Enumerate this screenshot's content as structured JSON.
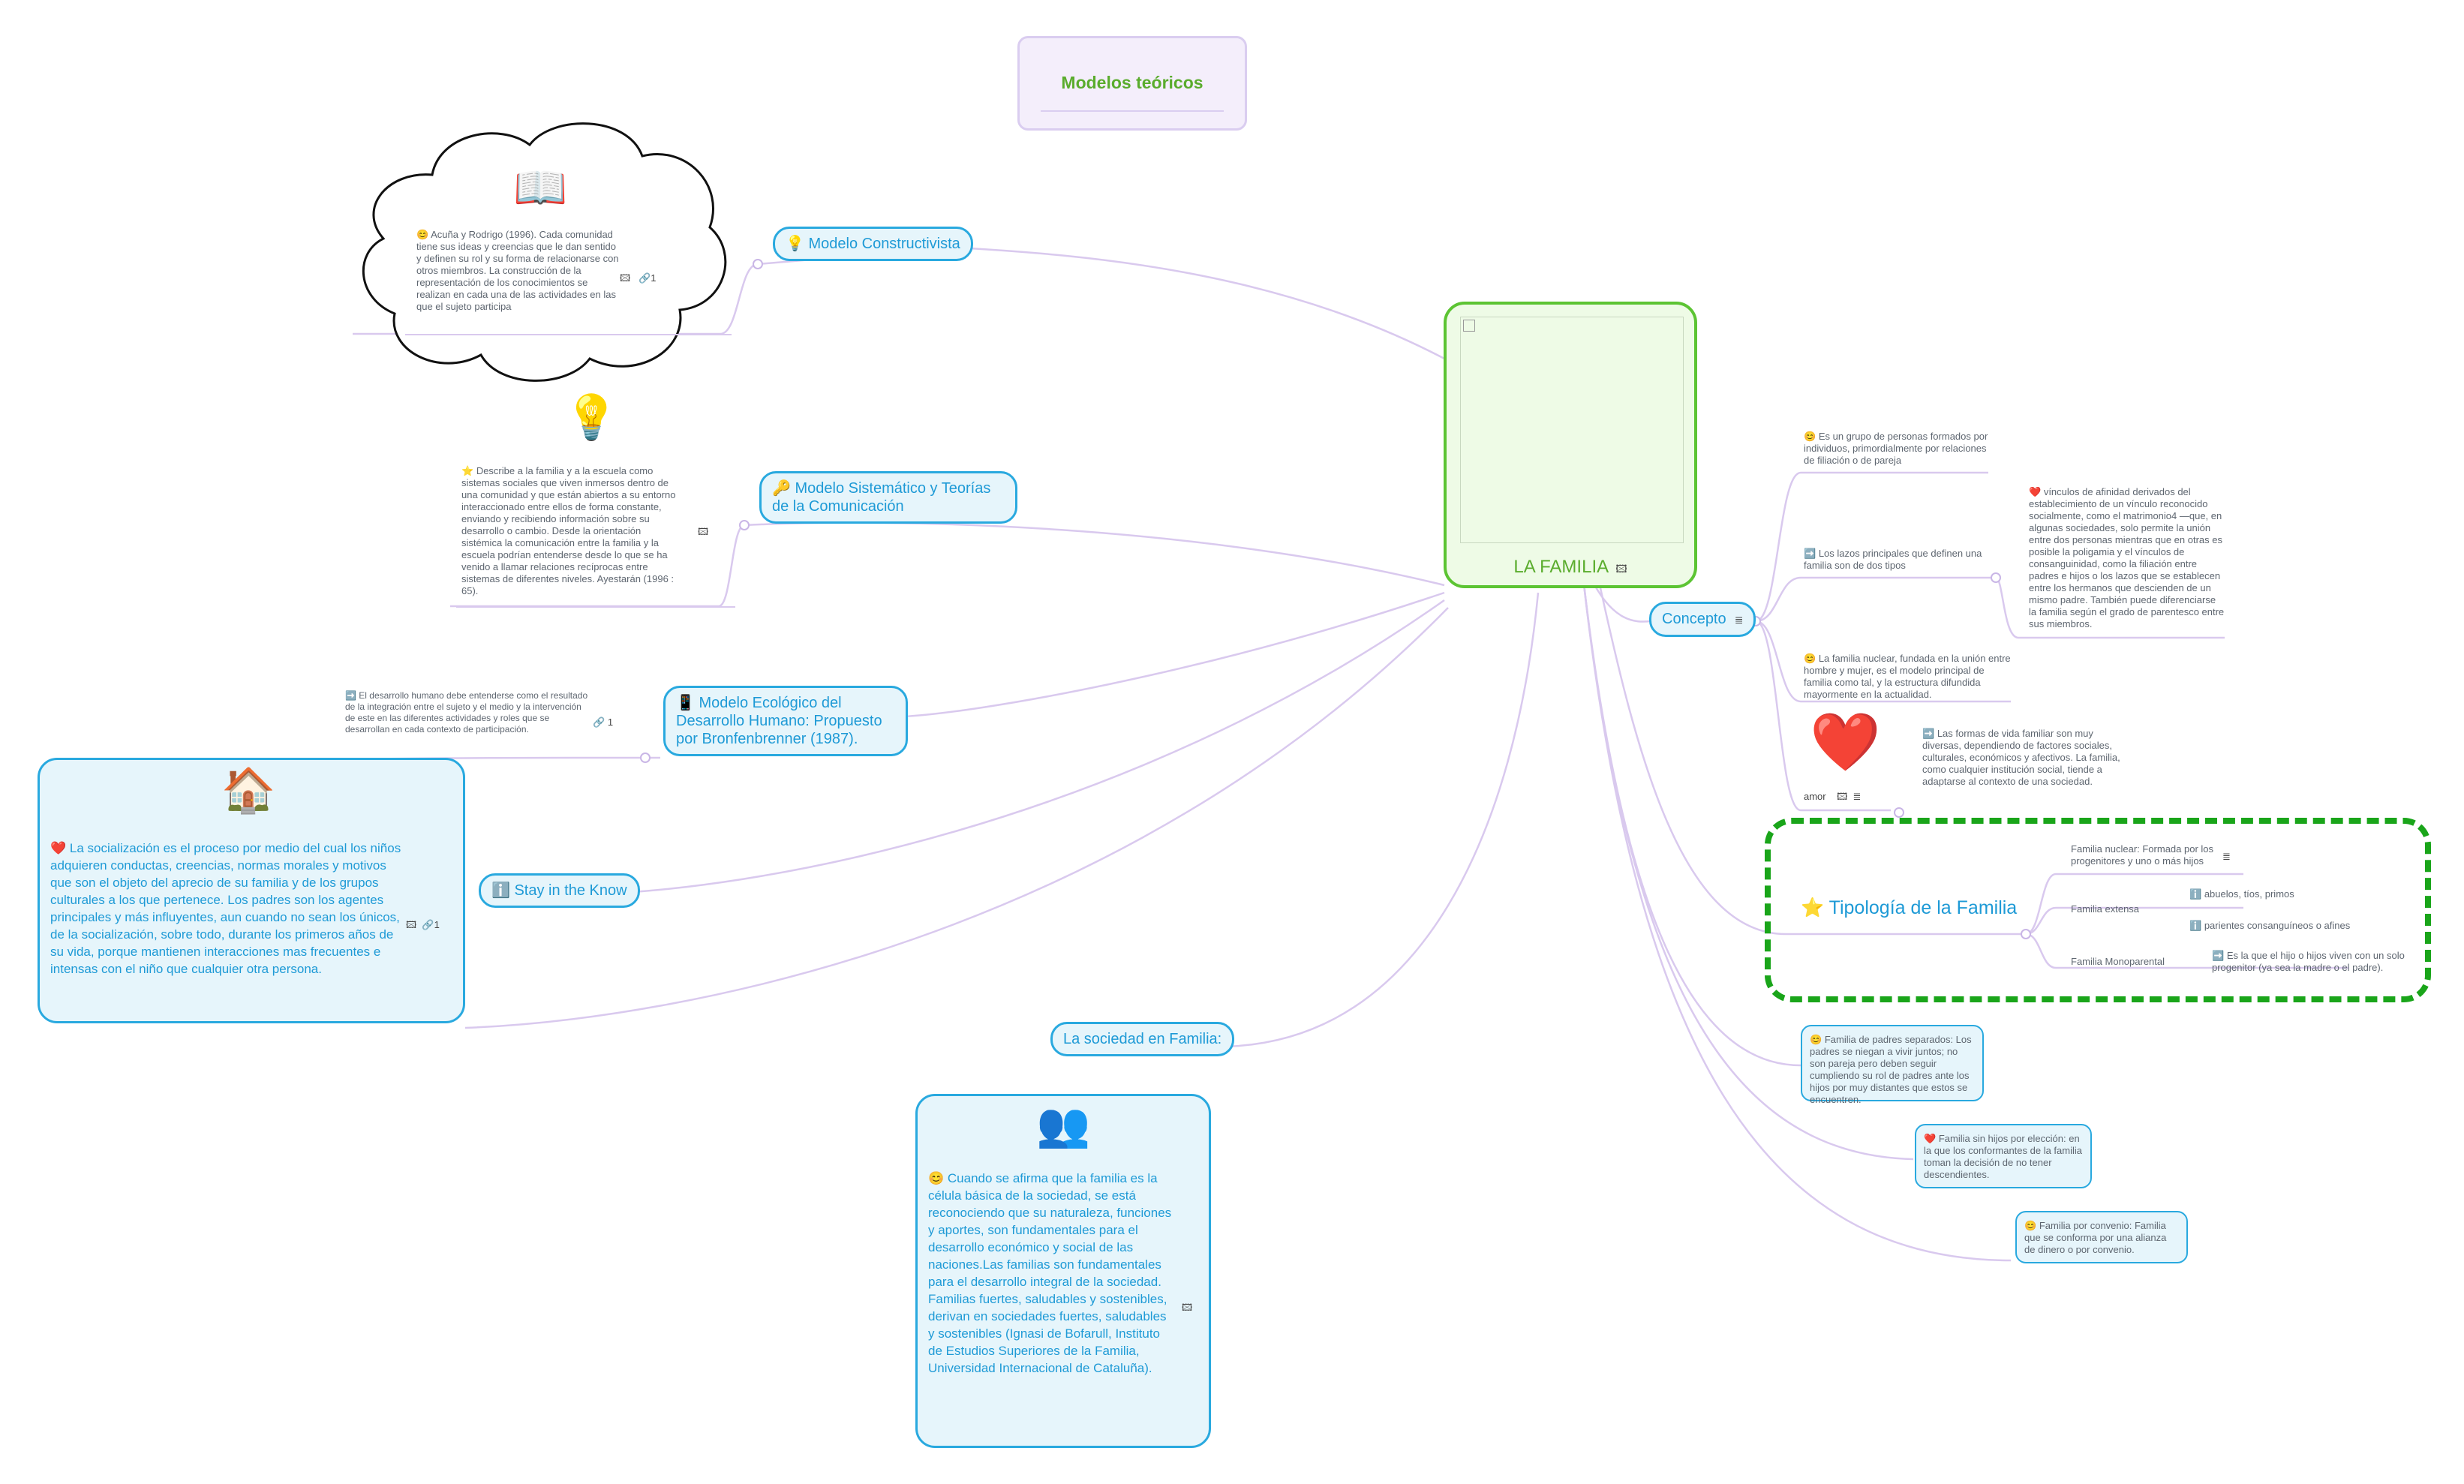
{
  "title": "Modelos teóricos",
  "center": {
    "label": "LA FAMILIA"
  },
  "left": {
    "constructivista": {
      "label": "Modelo Constructivista",
      "note": "Acuña y Rodrigo (1996). Cada comunidad tiene sus ideas y creencias que le dan sentido y definen su rol y su forma de relacionarse con otros miembros. La construcción de la representación de los conocimientos se realizan en cada una de las actividades en las que el sujeto participa",
      "link_count": "1"
    },
    "sistematico": {
      "label": "Modelo Sistemático y Teorías de la Comunicación",
      "note": "Describe a la familia y a la escuela como sistemas sociales que viven inmersos dentro de una comunidad y que están abiertos a su entorno interaccionado entre ellos de forma constante, enviando y recibiendo información sobre su desarrollo o cambio. Desde la orientación sistémica la comunicación entre la familia y la escuela podrían entenderse desde lo que se ha venido a llamar relaciones recíprocas entre sistemas de diferentes niveles. Ayestarán (1996 : 65)."
    },
    "ecologico": {
      "label": "Modelo Ecológico del Desarrollo Humano: Propuesto por Bronfenbrenner (1987).",
      "note": "El desarrollo humano debe entenderse como el resultado de la integración entre el sujeto y el medio y la intervención de este en las diferentes actividades y roles que se desarrollan en cada contexto de participación.",
      "link_count": "1"
    },
    "stay": {
      "label": "Stay in the Know",
      "note": "La socialización es el proceso por medio del cual los niños adquieren conductas, creencias, normas morales y motivos que son el objeto del aprecio de su familia y de los grupos culturales a los que pertenece. Los padres son los agentes principales y más influyentes, aun cuando no sean los únicos, de la socialización, sobre todo, durante los primeros años de su vida, porque mantienen interacciones mas frecuentes e intensas con el niño que cualquier otra persona.",
      "link_count": "1"
    },
    "sociedad": {
      "label": "La sociedad en Familia:",
      "note": "Cuando se afirma que la familia es la célula básica de la sociedad, se está reconociendo que su naturaleza, funciones y aportes, son fundamentales para el desarrollo económico y social de las naciones.Las familias son fundamentales para el desarrollo integral de la sociedad. Familias fuertes, saludables y sostenibles, derivan en sociedades fuertes, saludables y sostenibles (Ignasi de Bofarull, Instituto de Estudios Superiores de la Familia, Universidad Internacional de Cataluña)."
    }
  },
  "concepto": {
    "label": "Concepto",
    "items": [
      "Es un grupo de personas formados por individuos, primordialmente por relaciones de filiación o de pareja",
      "Los lazos principales que definen una familia son de dos tipos",
      "La familia nuclear, fundada en la unión entre hombre y mujer, es el modelo principal de familia como tal, y la estructura difundida mayormente en la actualidad."
    ],
    "lazos_note": "vínculos de afinidad derivados del establecimiento de un vínculo reconocido socialmente, como el matrimonio4 —que, en algunas sociedades, solo permite la unión entre dos personas mientras que en otras es posible la poligamia y el vínculos de consanguinidad, como la filiación entre padres e hijos o los lazos que se establecen entre los hermanos que descienden de un mismo padre. También puede diferenciarse la familia según el grado de parentesco entre sus miembros.",
    "amor_label": "amor",
    "amor_note": "Las formas de vida familiar son muy diversas, dependiendo de factores sociales, culturales, económicos y afectivos. La familia, como cualquier institución social, tiende a adaptarse al contexto de una sociedad."
  },
  "tipologia": {
    "label": "Tipología de la Familia",
    "nuclear": "Familia nuclear: Formada por los progenitores y uno o más hijos",
    "extensa": "Familia extensa",
    "extensa_items": [
      "abuelos, tíos, primos",
      "parientes consanguíneos o afines"
    ],
    "monoparental": "Familia Monoparental",
    "monoparental_note": "Es la que el hijo o hijos viven con un solo progenitor (ya sea la madre o el padre)."
  },
  "cards": [
    "Familia de padres separados: Los padres se niegan a vivir juntos; no son pareja pero deben seguir cumpliendo su rol de padres ante los hijos por muy distantes que estos se encuentren.",
    "Familia sin hijos por elección: en la que los conformantes de la familia toman la decisión de no tener descendientes.",
    "Familia por convenio: Familia que se conforma por una alianza de dinero o por convenio."
  ],
  "colors": {
    "accent": "#29a9df",
    "center_border": "#5cc433",
    "title_green": "#5aac2d",
    "dashed": "#1aa51a",
    "line": "#d9c9ee"
  }
}
